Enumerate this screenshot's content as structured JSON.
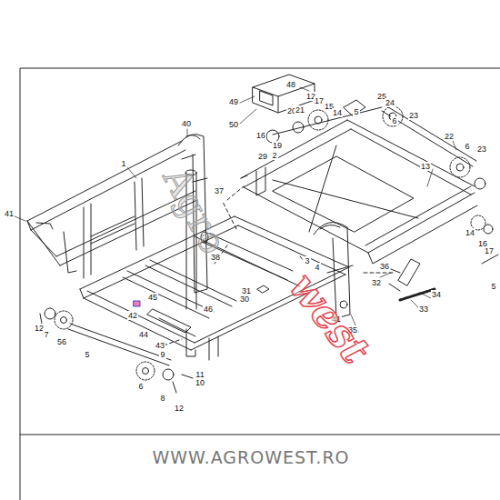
{
  "diagram": {
    "labels": [
      "48",
      "49",
      "50",
      "12",
      "17",
      "20",
      "21",
      "15",
      "14",
      "5",
      "25",
      "24",
      "23",
      "6",
      "16",
      "19",
      "40",
      "1",
      "29",
      "2",
      "22",
      "6",
      "23",
      "13",
      "41",
      "37",
      "38",
      "3",
      "4",
      "36",
      "32",
      "34",
      "33",
      "31",
      "30",
      "41",
      "35",
      "45",
      "42",
      "46",
      "44",
      "43",
      "12",
      "7",
      "56",
      "5",
      "9",
      "11",
      "10",
      "6",
      "8",
      "12",
      "14",
      "16",
      "17",
      "5",
      "Agro",
      "west",
      "WWW.AGROWEST.RO"
    ]
  }
}
